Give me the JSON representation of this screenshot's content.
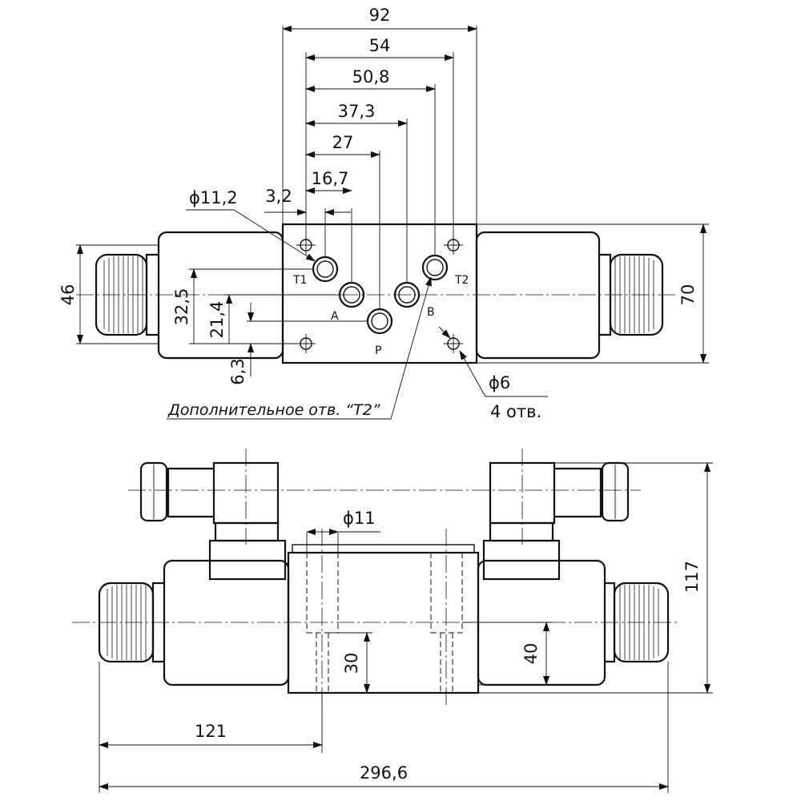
{
  "top_view": {
    "dims": {
      "w92": "92",
      "w54": "54",
      "w50_8": "50,8",
      "w37_3": "37,3",
      "w27": "27",
      "w16_7": "16,7",
      "w3_2": "3,2",
      "d11_2": "ϕ11,2",
      "h46": "46",
      "h70": "70",
      "h32_5": "32,5",
      "h21_4": "21,4",
      "h6_3": "6,3",
      "d6": "ϕ6",
      "holes4": "4 отв."
    },
    "ports": {
      "t1": "T1",
      "t2": "T2",
      "a": "A",
      "b": "B",
      "p": "P"
    },
    "extra_hole_note": "Дополнительное отв. “T2”"
  },
  "front_view": {
    "dims": {
      "d11": "ϕ11",
      "h117": "117",
      "h30": "30",
      "h40": "40",
      "w121": "121",
      "w296_6": "296,6"
    }
  }
}
